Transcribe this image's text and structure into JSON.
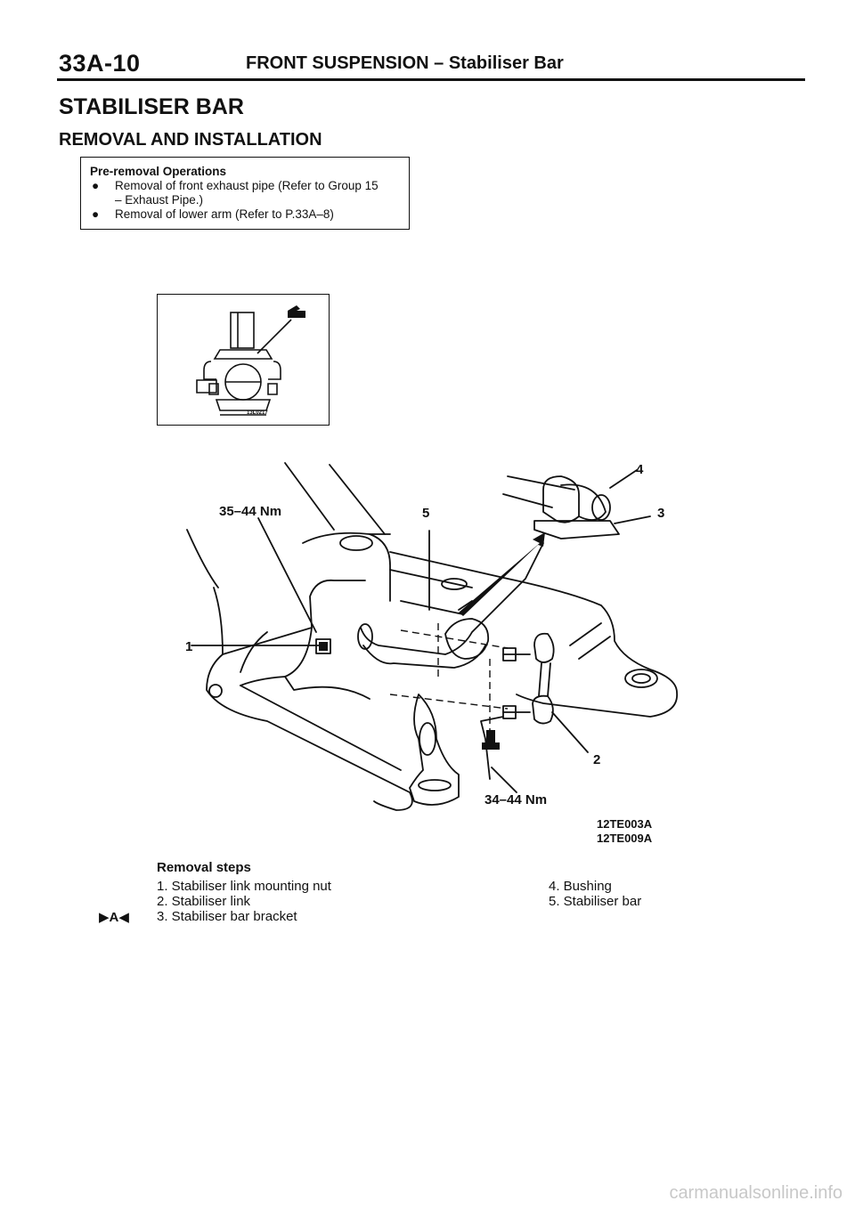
{
  "header": {
    "page_number": "33A-10",
    "title": "FRONT SUSPENSION – Stabiliser Bar"
  },
  "section": {
    "title": "STABILISER BAR",
    "subtitle": "REMOVAL AND INSTALLATION"
  },
  "pre_removal": {
    "title": "Pre-removal Operations",
    "items": [
      "Removal of front exhaust pipe (Refer to Group 15",
      "– Exhaust Pipe.)",
      "Removal of lower arm (Refer to P.33A–8)"
    ],
    "bullet": "●"
  },
  "inset": {
    "code": "13L0217"
  },
  "diagram": {
    "callouts": {
      "c1": "1",
      "c2": "2",
      "c3": "3",
      "c4": "4",
      "c5": "5"
    },
    "torque_upper": "35–44 Nm",
    "torque_lower": "34–44 Nm",
    "figure_codes": [
      "12TE003A",
      "12TE009A"
    ]
  },
  "removal_steps": {
    "title": "Removal steps",
    "marker": "▶A◀",
    "steps": [
      "1. Stabiliser link mounting nut",
      "2. Stabiliser link",
      "3. Stabiliser bar bracket",
      "4. Bushing",
      "5. Stabiliser bar"
    ]
  },
  "watermark": "carmanualsonline.info"
}
